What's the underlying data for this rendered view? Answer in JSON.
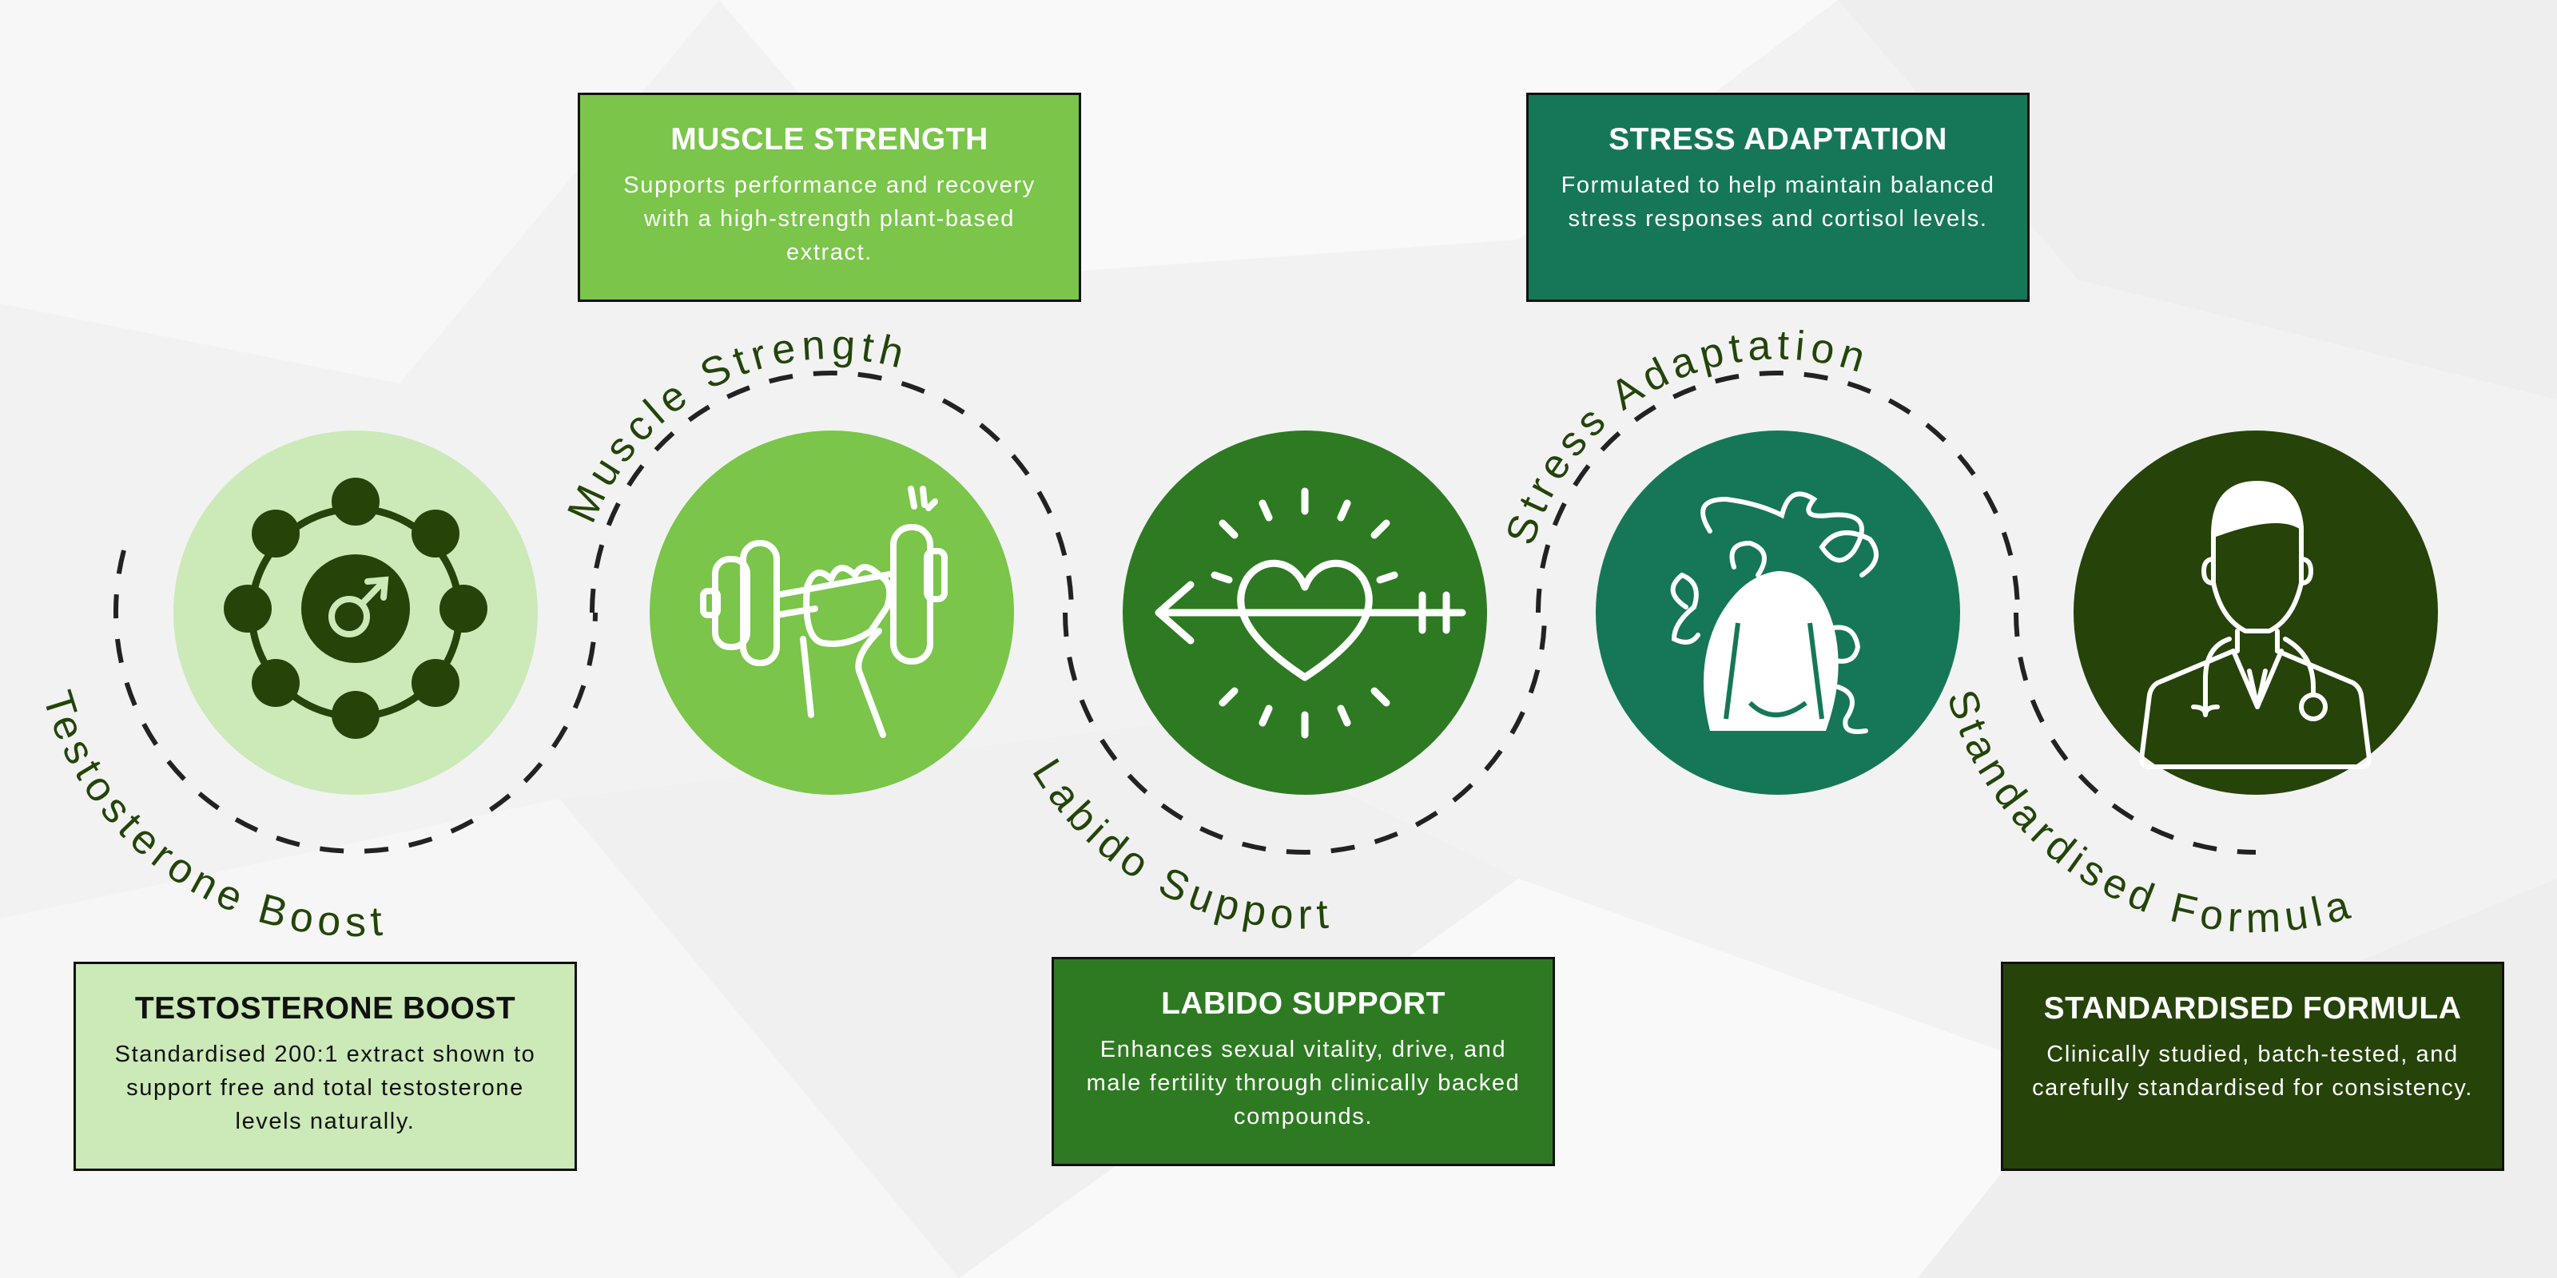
{
  "features": [
    {
      "curve_label": "Testosterone Boost",
      "title": "TESTOSTERONE BOOST",
      "text": "Standardised 200:1 extract shown to support free and total testosterone levels naturally.",
      "icon": "male-symbol-molecule-icon",
      "color": "#cce9b8",
      "text_color": "#111111"
    },
    {
      "curve_label": "Muscle Strength",
      "title": "MUSCLE STRENGTH",
      "text": "Supports performance and recovery with a high-strength plant-based extract.",
      "icon": "dumbbell-fist-icon",
      "color": "#7ac54a",
      "text_color": "#ffffff"
    },
    {
      "curve_label": "Labido Support",
      "title": "LABIDO SUPPORT",
      "text": "Enhances sexual vitality, drive, and male fertility through clinically backed compounds.",
      "icon": "heart-arrow-icon",
      "color": "#2e7a22",
      "text_color": "#ffffff"
    },
    {
      "curve_label": "Stress Adaptation",
      "title": "STRESS ADAPTATION",
      "text": "Formulated to help maintain balanced stress responses and cortisol levels.",
      "icon": "stressed-person-icon",
      "color": "#167758",
      "text_color": "#ffffff"
    },
    {
      "curve_label": "Standardised Formula",
      "title": "STANDARDISED FORMULA",
      "text": "Clinically studied, batch-tested, and carefully standardised for consistency.",
      "icon": "doctor-icon",
      "color": "#26430a",
      "text_color": "#ffffff"
    }
  ]
}
